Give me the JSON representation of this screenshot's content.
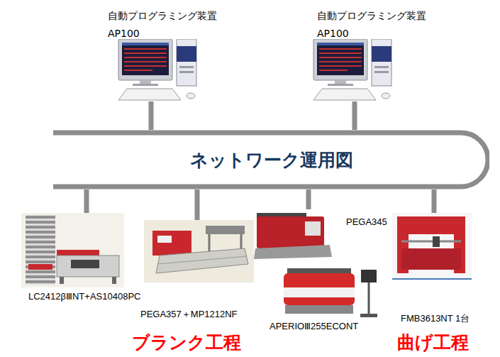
{
  "diagram": {
    "nodes": [
      {
        "text": [
          "自動プログラミング装置 AP100"
        ]
      },
      {
        "text": [
          "自動プログラミング装置 AP100"
        ]
      },
      {
        "text": [
          "ネットワーク運用図"
        ]
      },
      {
        "text": [
          "LC2412βⅢNT+AS10408PC"
        ]
      },
      {
        "text": [
          "PEGA357＋MP1212NF"
        ]
      },
      {
        "text": [
          "PEGA345"
        ]
      },
      {
        "text": [
          "APERIOⅢ255ECONT"
        ]
      },
      {
        "text": [
          "FMB3613NT 1台"
        ]
      }
    ],
    "edges": [
      {
        "from": 0,
        "to": 2,
        "arrow": "none"
      },
      {
        "from": 1,
        "to": 2,
        "arrow": "none"
      },
      {
        "from": 2,
        "to": 3,
        "arrow": "none"
      },
      {
        "from": 2,
        "to": 4,
        "arrow": "none"
      },
      {
        "from": 2,
        "to": 5,
        "arrow": "none"
      },
      {
        "from": 2,
        "to": 7,
        "arrow": "none"
      }
    ],
    "labels": [
      "ブランク工程",
      "曲げ工程"
    ]
  }
}
